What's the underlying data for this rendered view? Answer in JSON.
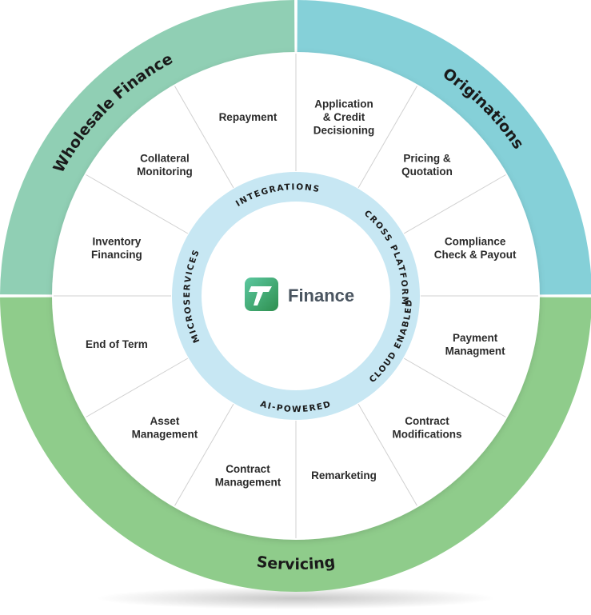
{
  "center": {
    "brand": "Finance",
    "logo_icon": "leaf-t-logo-icon"
  },
  "outer_arcs": [
    {
      "label": "Wholesale Finance",
      "color": "#90cfb4"
    },
    {
      "label": "Originations",
      "color": "#85d0d8"
    },
    {
      "label": "Servicing",
      "color": "#8fcc8b"
    }
  ],
  "tech_ring": {
    "color": "#c7e7f3",
    "labels": [
      "INTEGRATIONS",
      "CROSS PLATFORM",
      "CLOUD ENABLED",
      "AI-POWERED",
      "MICROSERVICES"
    ]
  },
  "segments": [
    {
      "lines": [
        "Application",
        "& Credit",
        "Decisioning"
      ]
    },
    {
      "lines": [
        "Pricing &",
        "Quotation"
      ]
    },
    {
      "lines": [
        "Compliance",
        "Check & Payout"
      ]
    },
    {
      "lines": [
        "Payment",
        "Managment"
      ]
    },
    {
      "lines": [
        "Contract",
        "Modifications"
      ]
    },
    {
      "lines": [
        "Remarketing"
      ]
    },
    {
      "lines": [
        "Contract",
        "Management"
      ]
    },
    {
      "lines": [
        "Asset",
        "Management"
      ]
    },
    {
      "lines": [
        "End of Term"
      ]
    },
    {
      "lines": [
        "Inventory",
        "Financing"
      ]
    },
    {
      "lines": [
        "Collateral",
        "Monitoring"
      ]
    },
    {
      "lines": [
        "Repayment"
      ]
    }
  ]
}
